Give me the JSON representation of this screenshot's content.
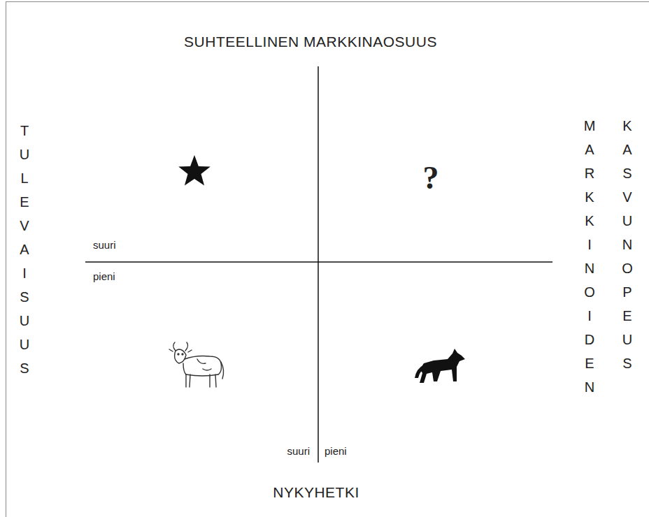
{
  "diagram": {
    "labels": [
      "SUHTEELLINEN MARKKINAOSUUS",
      "TULEVAISUUS",
      "MARKKINOIDEN",
      "KASVUNOPEUS",
      "?",
      "suuri",
      "pieni",
      "suuri",
      "pieni",
      "NYKYHETKI"
    ]
  }
}
